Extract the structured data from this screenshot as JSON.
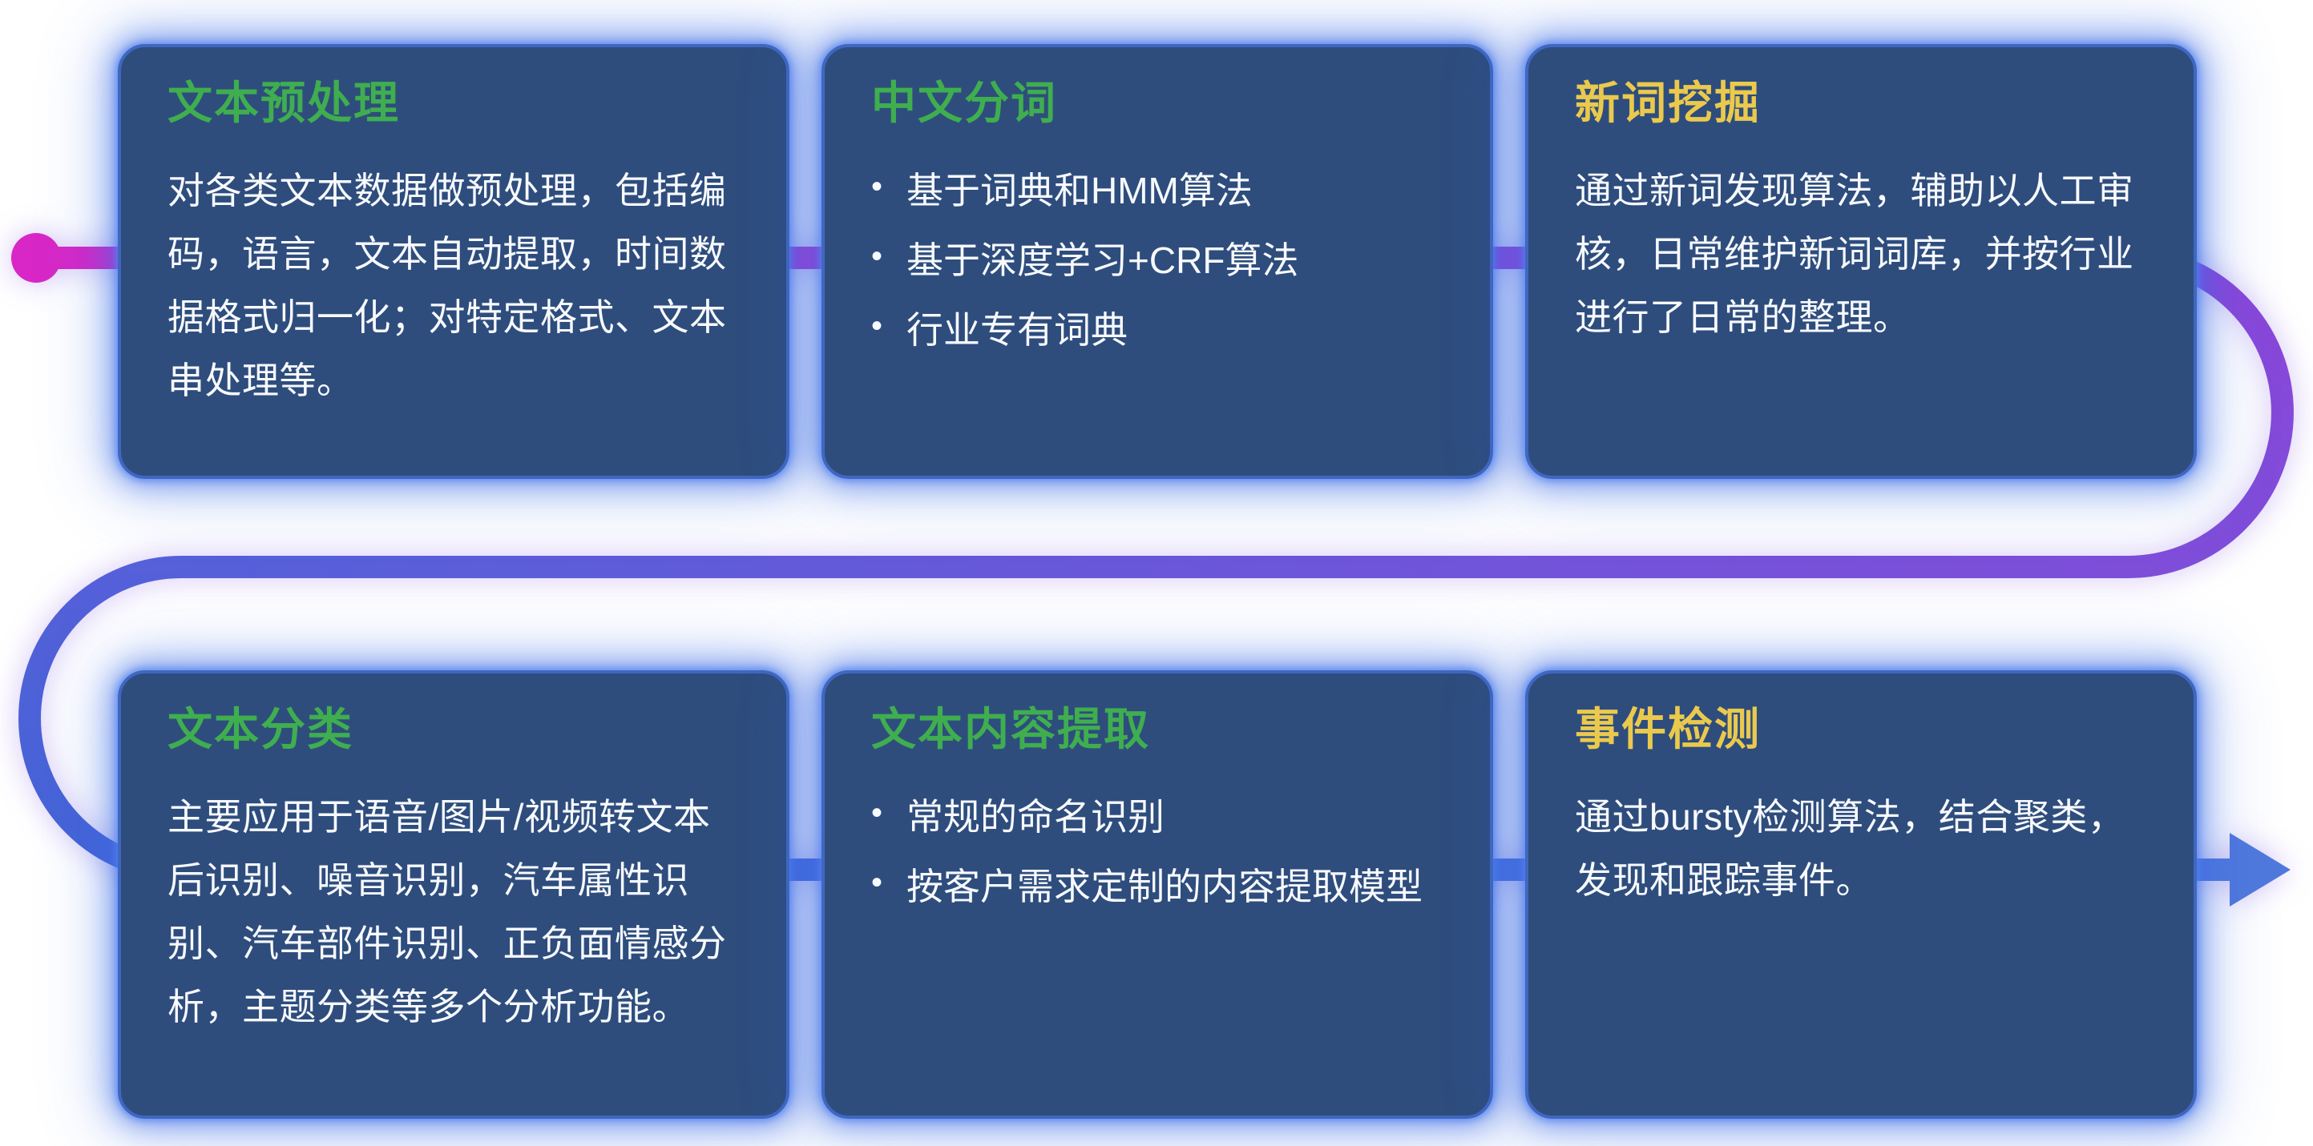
{
  "cards": [
    {
      "title": "文本预处理",
      "title_color": "#3fae4f",
      "body": "对各类文本数据做预处理，包括编码，语言，文本自动提取，时间数据格式归一化；对特定格式、文本串处理等。"
    },
    {
      "title": "中文分词",
      "title_color": "#3fae4f",
      "bullets": [
        "基于词典和HMM算法",
        "基于深度学习+CRF算法",
        "行业专有词典"
      ]
    },
    {
      "title": "新词挖掘",
      "title_color": "#eac94d",
      "body": "通过新词发现算法，辅助以人工审核，日常维护新词词库，并按行业进行了日常的整理。"
    },
    {
      "title": "文本分类",
      "title_color": "#3fae4f",
      "body": "主要应用于语音/图片/视频转文本后识别、噪音识别，汽车属性识别、汽车部件识别、正负面情感分析，主题分类等多个分析功能。"
    },
    {
      "title": "文本内容提取",
      "title_color": "#3fae4f",
      "bullets": [
        "常规的命名识别",
        "按客户需求定制的内容提取模型"
      ]
    },
    {
      "title": "事件检测",
      "title_color": "#eac94d",
      "body": "通过bursty检测算法，结合聚类，发现和跟踪事件。"
    }
  ],
  "bullet_glyph": "•",
  "flow": {
    "start_color": "#d827c6",
    "purple_color": "#8b45d9",
    "mid_right_color": "#7e4ed9",
    "mid_left_color": "#5560d9",
    "blue_color": "#4364d6",
    "arrow_color": "#5079dc"
  },
  "card_style": {
    "background": "#2e4d7d",
    "border": "#4067c0",
    "glow": "#3e6ee6",
    "text": "#f7f9fc"
  }
}
